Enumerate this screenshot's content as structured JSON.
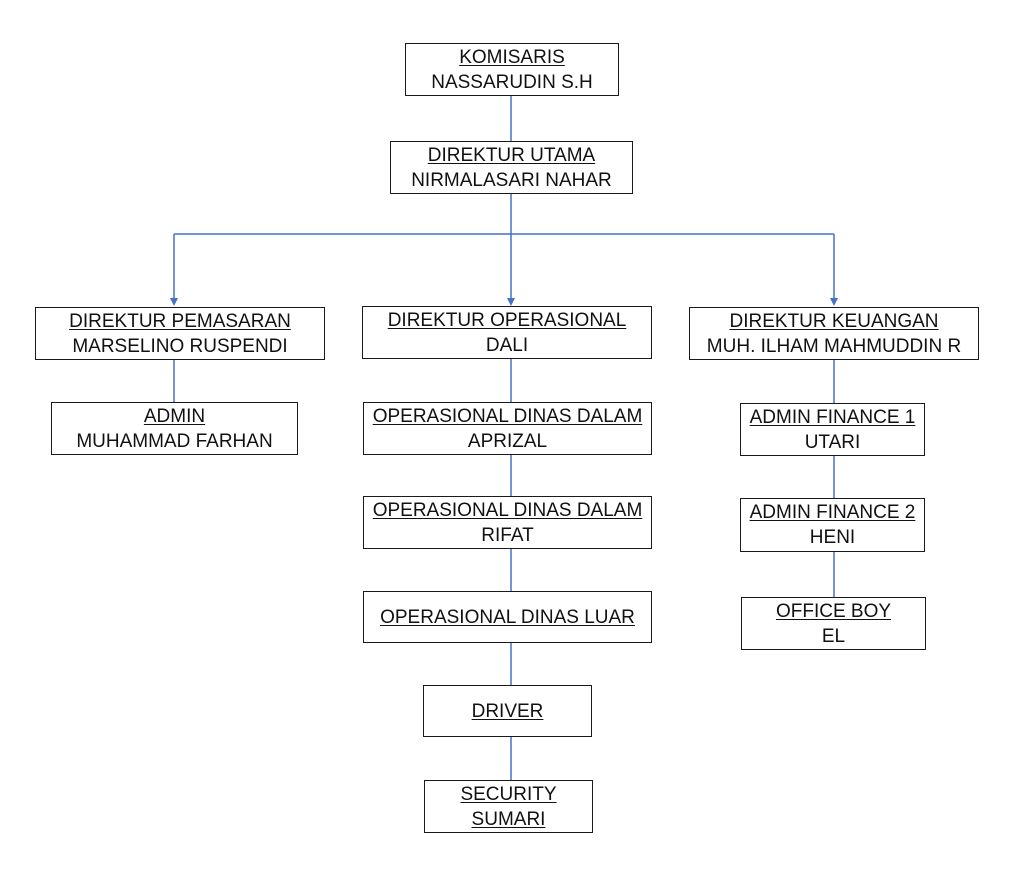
{
  "colors": {
    "connector": "#4472c4",
    "border": "#1a1a1a",
    "text": "#111111"
  },
  "nodes": {
    "komisaris": {
      "title": "KOMISARIS",
      "name": "NASSARUDIN S.H"
    },
    "direktur_utama": {
      "title": "DIREKTUR UTAMA",
      "name": "NIRMALASARI NAHAR"
    },
    "direktur_pemasaran": {
      "title": "DIREKTUR PEMASARAN",
      "name": "MARSELINO RUSPENDI"
    },
    "direktur_operasional": {
      "title": "DIREKTUR OPERASIONAL",
      "name": "DALI"
    },
    "direktur_keuangan": {
      "title": "DIREKTUR KEUANGAN",
      "name": "MUH. ILHAM MAHMUDDIN R"
    },
    "admin": {
      "title": "ADMIN",
      "name": "MUHAMMAD FARHAN"
    },
    "operasional_dinas_dalam_1": {
      "title": "OPERASIONAL DINAS DALAM",
      "name": "APRIZAL"
    },
    "operasional_dinas_dalam_2": {
      "title": "OPERASIONAL DINAS DALAM",
      "name": "RIFAT"
    },
    "operasional_dinas_luar": {
      "title": "OPERASIONAL DINAS LUAR",
      "name": ""
    },
    "driver": {
      "title": "DRIVER",
      "name": ""
    },
    "security": {
      "title": "SECURITY",
      "name": "SUMARI"
    },
    "admin_finance_1": {
      "title": "ADMIN FINANCE 1",
      "name": "UTARI"
    },
    "admin_finance_2": {
      "title": "ADMIN FINANCE 2",
      "name": "HENI"
    },
    "office_boy": {
      "title": "OFFICE BOY",
      "name": "EL"
    }
  }
}
